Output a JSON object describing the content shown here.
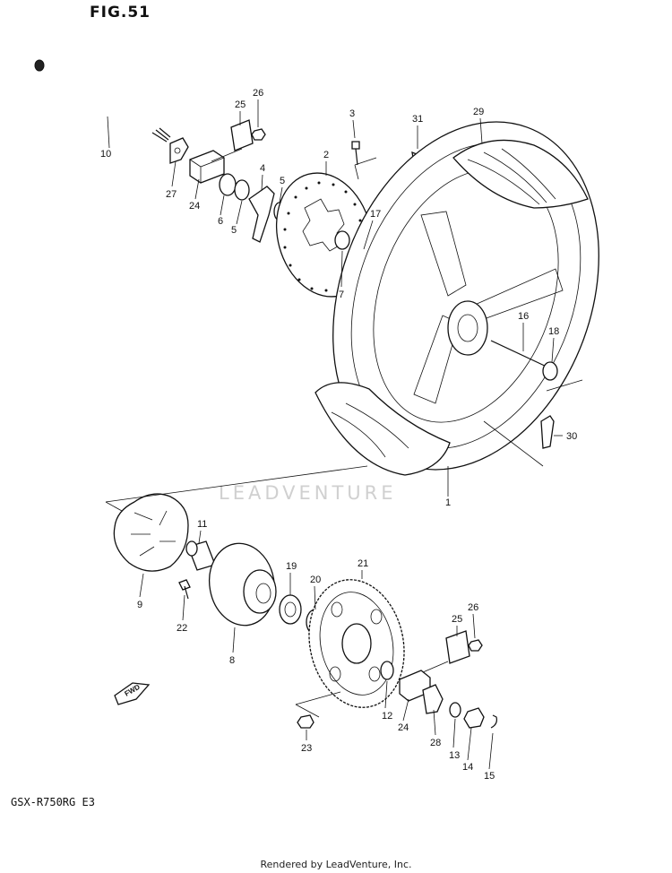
{
  "figure_title": "FIG.51",
  "model_label": "GSX-R750RG  E3",
  "footer": "Rendered by LeadVenture, Inc.",
  "watermark": "LEADVENTURE",
  "fwd_label": "FWD",
  "callouts": [
    "1",
    "2",
    "3",
    "4",
    "5",
    "6",
    "7",
    "8",
    "9",
    "10",
    "11",
    "12",
    "13",
    "14",
    "15",
    "16",
    "17",
    "18",
    "19",
    "20",
    "21",
    "22",
    "23",
    "24",
    "25",
    "26",
    "27",
    "28",
    "29",
    "30",
    "31",
    "24",
    "25",
    "26",
    "5"
  ]
}
